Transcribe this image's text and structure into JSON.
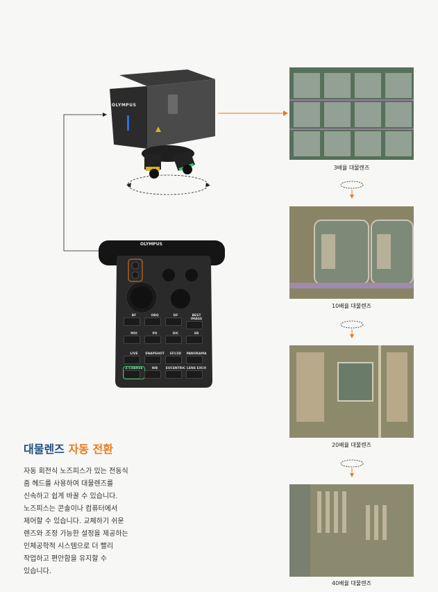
{
  "microscope": {
    "brand": "OLYMPUS"
  },
  "controller": {
    "brand": "OLYMPUS",
    "button_labels": [
      "BF",
      "OBQ",
      "DF",
      "BEST IMAGE",
      "MIX",
      "PO",
      "DIC",
      "SR",
      "LIVE",
      "SNAPSHOT",
      "EFI/3D",
      "PANORAMA",
      "Z COARSE",
      "WB",
      "EUCENTRIC",
      "LENS EXCH"
    ]
  },
  "images": [
    {
      "caption": "3배율 대물렌즈"
    },
    {
      "caption": "10배율 대물렌즈"
    },
    {
      "caption": "20배율 대물렌즈"
    },
    {
      "caption": "40배율 대물렌즈"
    }
  ],
  "section": {
    "title_part1": "대물렌즈",
    "title_part2": "자동 전환",
    "body_lines": [
      "자동 회전식 노즈피스가 있는 전동식",
      "줌 헤드를 사용하여 대물렌즈를",
      "신속하고 쉽게 바꿀 수 있습니다.",
      "노즈피스는 콘솔이나 컴퓨터에서",
      "제어할 수 있습니다. 교체하기 쉬운",
      "렌즈와 조정 가능한 설정을 제공하는",
      "인체공학적 시스템으로 더 빨리",
      "작업하고 편안함을 유지할 수",
      "있습니다."
    ]
  },
  "colors": {
    "accent_orange": "#ea7a1b",
    "title_blue": "#1f4f82",
    "highlight_green": "#3fbf6a"
  }
}
